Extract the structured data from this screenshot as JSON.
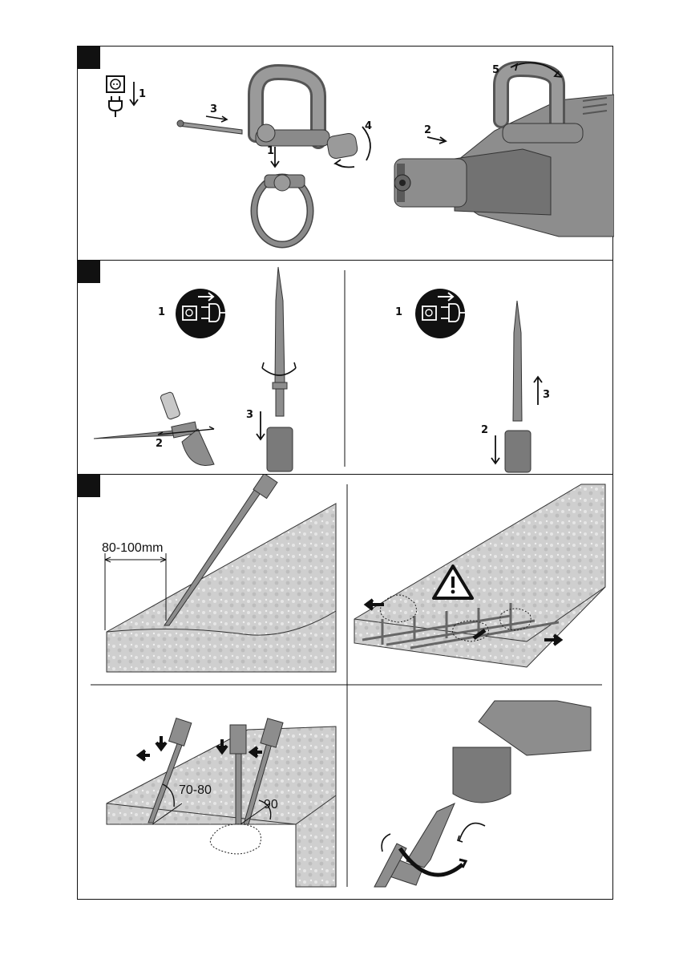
{
  "panels": [
    {
      "id": "assembly",
      "step_labels": [
        "1",
        "3",
        "1",
        "4",
        "5",
        "2"
      ]
    },
    {
      "id": "insert-remove",
      "step_labels_left": [
        "1",
        "2",
        "3"
      ],
      "step_labels_right": [
        "1",
        "2",
        "3"
      ]
    },
    {
      "id": "operation",
      "dimension_label": "80-100mm",
      "angle_label_1": "70-80",
      "angle_label_2": "90"
    }
  ],
  "colors": {
    "frame": "#111111",
    "tool_gray": "#8d8d8d",
    "tool_dark": "#5a5a5a",
    "concrete": "#cfcfcf"
  },
  "icons": [
    "power-socket-icon",
    "unplug-icon",
    "warning-triangle-icon",
    "rotate-arrow-icon"
  ]
}
